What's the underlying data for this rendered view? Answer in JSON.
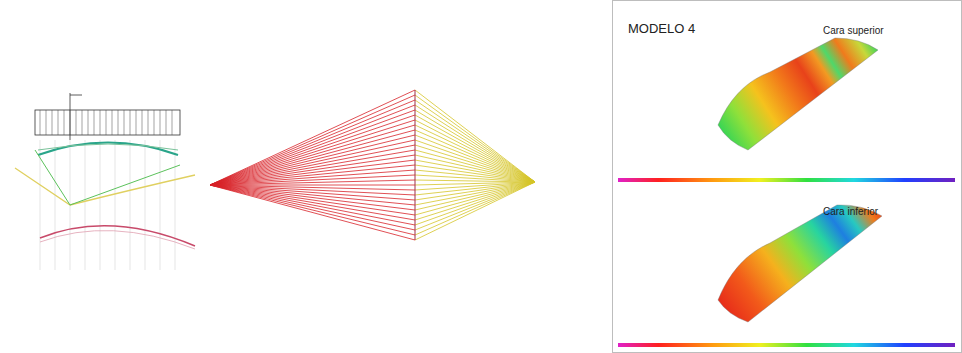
{
  "diagram": {
    "labels": [
      "MODELO 4",
      "Cara superior",
      "Cara inferior"
    ]
  }
}
